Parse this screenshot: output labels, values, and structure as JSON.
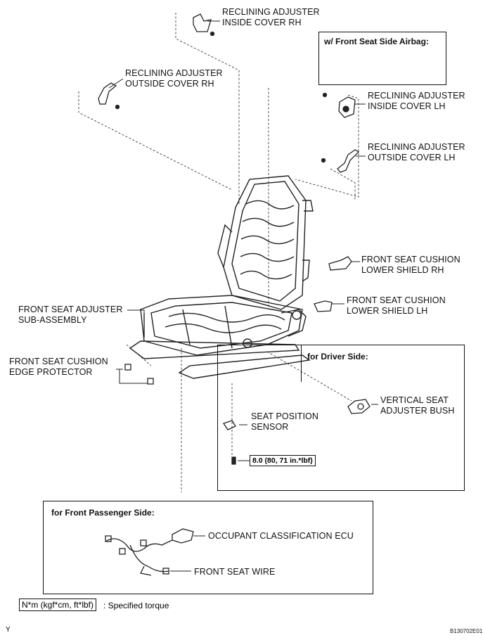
{
  "labels": {
    "rec_inside_rh": [
      "RECLINING ADJUSTER",
      "INSIDE COVER RH"
    ],
    "rec_outside_rh": [
      "RECLINING ADJUSTER",
      "OUTSIDE COVER RH"
    ],
    "rec_inside_lh": [
      "RECLINING ADJUSTER",
      "INSIDE COVER LH"
    ],
    "rec_outside_lh": [
      "RECLINING ADJUSTER",
      "OUTSIDE COVER LH"
    ],
    "shield_rh": [
      "FRONT SEAT CUSHION",
      "LOWER SHIELD RH"
    ],
    "shield_lh": [
      "FRONT SEAT CUSHION",
      "LOWER SHIELD LH"
    ],
    "adjuster": [
      "FRONT SEAT ADJUSTER",
      "SUB-ASSEMBLY"
    ],
    "edge_protector": [
      "FRONT SEAT CUSHION",
      "EDGE PROTECTOR"
    ],
    "bush": [
      "VERTICAL SEAT",
      "ADJUSTER BUSH"
    ],
    "sensor": [
      "SEAT POSITION",
      "SENSOR"
    ],
    "ecu": "OCCUPANT CLASSIFICATION ECU",
    "wire": "FRONT SEAT WIRE"
  },
  "boxes": {
    "airbag": "w/ Front Seat Side Airbag:",
    "driver": "for Driver Side:",
    "passenger": "for Front Passenger Side:"
  },
  "torque": "8.0 (80, 71 in.*lbf)",
  "legend": {
    "unit": "N*m (kgf*cm, ft*lbf)",
    "desc": ": Specified torque"
  },
  "footer": {
    "left": "Y",
    "right": "B130702E01"
  }
}
